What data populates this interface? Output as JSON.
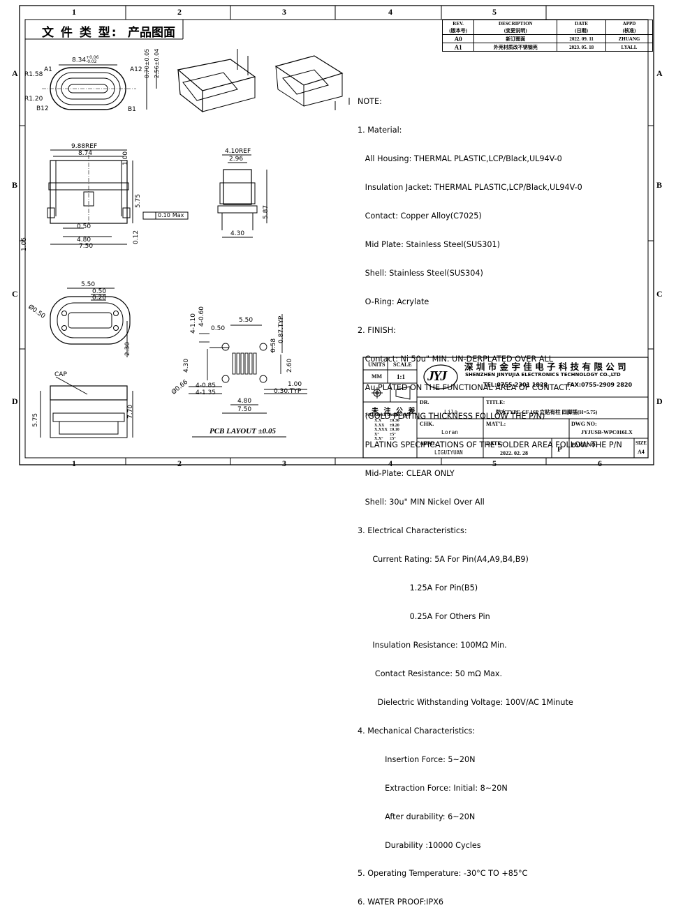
{
  "doc_type_label": "文 件 类 型:",
  "doc_type_value": "产品图面",
  "zones": {
    "columns": [
      "1",
      "2",
      "3",
      "4",
      "5",
      "6"
    ],
    "rows": [
      "A",
      "B",
      "C",
      "D"
    ]
  },
  "revision_table": {
    "headers": [
      [
        "REV.",
        "(版本号)"
      ],
      [
        "DESCRIPTION",
        "(变更说明)"
      ],
      [
        "DATE",
        "(日期)"
      ],
      [
        "APPD",
        "(核准)"
      ]
    ],
    "rows": [
      [
        "A0",
        "新订图面",
        "2022. 09. 11",
        "ZHUANG"
      ],
      [
        "A1",
        "外壳材质改不锈钢壳",
        "2023. 05. 18",
        "LYALL"
      ]
    ]
  },
  "notes": [
    "NOTE:",
    "1. Material:",
    "   All Housing: THERMAL PLASTIC,LCP/Black,UL94V-0",
    "   Insulation Jacket: THERMAL PLASTIC,LCP/Black,UL94V-0",
    "   Contact: Copper Alloy(C7025)",
    "   Mid Plate: Stainless Steel(SUS301)",
    "   Shell: Stainless Steel(SUS304)",
    "   O-Ring: Acrylate",
    "2. FINISH:",
    "   Contact: Ni 50u\" MIN. UN-DERPLATED OVER ALL",
    "   Au PLATED ON THE FUNCTIONAL AREA OF CONTACT.",
    "   (GOLD PLATING THICKNESS FOLLOW THE P/N)",
    "   PLATING SPECIFICATIONS OF THE SOLDER AREA FOLLOW THE P/N",
    "   Mid-Plate: CLEAR ONLY",
    "   Shell: 30u\" MIN Nickel Over All",
    "3. Electrical Characteristics:",
    "      Current Rating: 5A For Pin(A4,A9,B4,B9)",
    "                     1.25A For Pin(B5)",
    "                     0.25A For Others Pin",
    "      Insulation Resistance: 100MΩ Min.",
    "       Contact Resistance: 50 mΩ Max.",
    "        Dielectric Withstanding Voltage: 100V/AC 1Minute",
    "4. Mechanical Characteristics:",
    "           Insertion Force: 5~20N",
    "           Extraction Force: Initial: 8~20N",
    "           After durability: 6~20N",
    "           Durability :10000 Cycles",
    "5. Operating Temperature: -30°C TO +85°C",
    "6. WATER PROOF:IPX6"
  ],
  "dimensions": {
    "top_view": {
      "width": "8.34",
      "tol_plus": "+0.06",
      "tol_minus": "-0.02",
      "r1": "R1.58",
      "r2": "R1.20",
      "a1": "A1",
      "a12": "A12",
      "b12": "B12",
      "b1": "B1",
      "h1": "0.70±0.05",
      "h2": "2.56±0.04"
    },
    "side_view": {
      "ref": "9.88REF",
      "w": "8.74",
      "h1": "1.00",
      "h2": "5.75",
      "flat": "0.10",
      "flat_unit": "Max",
      "w2": "0.50",
      "w3": "4.80",
      "w4": "7.50",
      "h3": "1.05",
      "h4": "0.12"
    },
    "end_view": {
      "ref": "4.10REF",
      "w": "2.96",
      "h": "5.87",
      "w2": "4.30"
    },
    "bottom_view": {
      "w": "5.50",
      "w2": "0.50",
      "w3": "0.20",
      "d": "Ø0.50",
      "h": "2.30"
    },
    "cap_view": {
      "label": "CAP",
      "h": "5.75",
      "h2": "7.70"
    },
    "pcb": {
      "w": "5.50",
      "w2": "0.50",
      "d1": "4-1.10",
      "d2": "4-0.60",
      "typ": "0.87.TYP",
      "v1": "0.58",
      "v2": "2.60",
      "h": "4.30",
      "d3": "4-0.85",
      "d4": "4-1.35",
      "d5": "Ø0.66",
      "w3": "1.00",
      "w4": "0.30.TYP",
      "w5": "4.80",
      "w6": "7.50",
      "label": "PCB LAYOUT ±0.05"
    }
  },
  "title_block": {
    "units_label": "UNITS",
    "units_value": "MM",
    "scale_label": "SCALE",
    "scale_value": "1:1",
    "logo": "JYJ",
    "company_cn": "深 圳 市 金 宇 佳 电 子 科 技 有 限 公 司",
    "company_en": "SHENZHEN JINYUJIA ELECTRONICS TECHNOLOGY CO.,LTD",
    "tel": "TEL:0755-2301 1828",
    "fax": "FAX:0755-2909 2820",
    "tol_title": "未 注 公 差",
    "tol_sub": "TOLERANCE UNSPECIFIED",
    "tolerances": [
      [
        "X.X",
        "±0.30"
      ],
      [
        "X.XX",
        "±0.20"
      ],
      [
        "X.XXX",
        "±0.10"
      ],
      [
        "X°",
        "±5°"
      ],
      [
        "X.X°",
        "±5°"
      ]
    ],
    "dr_label": "DR.",
    "dr_value": "Lila",
    "chk_label": "CHK.",
    "chk_value": "Loran",
    "appd_label": "APPD.",
    "appd_value": "LIGUIYUAN",
    "title_label": "TITLE:",
    "title_value": "防水TYPE-CF 16P 立贴有柱 四脚插(H=5.75)",
    "mat_label": "MAT'L:",
    "dwg_label": "DWG NO:",
    "dwg_value": "JYJUSB-WPC016LX",
    "date_label": "DATE:",
    "date_value": "2022. 02. 28",
    "p_label": "P",
    "part_label": "PART NO:",
    "size_label": "SIZE",
    "size_value": "A4"
  }
}
